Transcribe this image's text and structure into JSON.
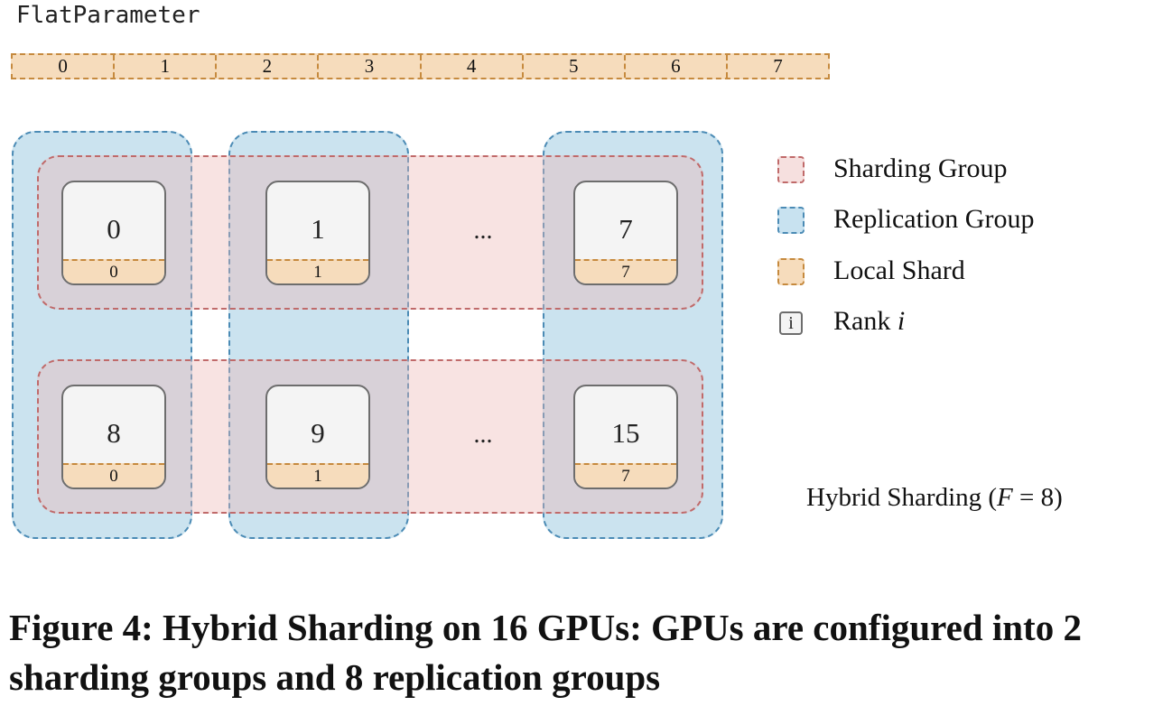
{
  "flat_parameter": {
    "label": "FlatParameter",
    "cells": [
      "0",
      "1",
      "2",
      "3",
      "4",
      "5",
      "6",
      "7"
    ]
  },
  "groups": {
    "row1": {
      "ranks": [
        {
          "rank": "0",
          "shard": "0"
        },
        {
          "rank": "1",
          "shard": "1"
        },
        {
          "rank": "7",
          "shard": "7"
        }
      ],
      "ellipsis": "..."
    },
    "row2": {
      "ranks": [
        {
          "rank": "8",
          "shard": "0"
        },
        {
          "rank": "9",
          "shard": "1"
        },
        {
          "rank": "15",
          "shard": "7"
        }
      ],
      "ellipsis": "..."
    }
  },
  "legend": {
    "sharding_group": "Sharding Group",
    "replication_group": "Replication Group",
    "local_shard": "Local Shard",
    "rank_icon": "i",
    "rank_prefix": "Rank ",
    "rank_var": "i"
  },
  "subtitle": {
    "prefix": "Hybrid Sharding (",
    "var": "F",
    "suffix": " = 8)"
  },
  "caption": "Figure 4: Hybrid Sharding on 16 GPUs: GPUs are configured into 2 sharding groups and 8 replication groups",
  "colors": {
    "sharding": "#c06a6a",
    "replication": "#4b8bb5",
    "local_shard": "#c68a3e"
  }
}
